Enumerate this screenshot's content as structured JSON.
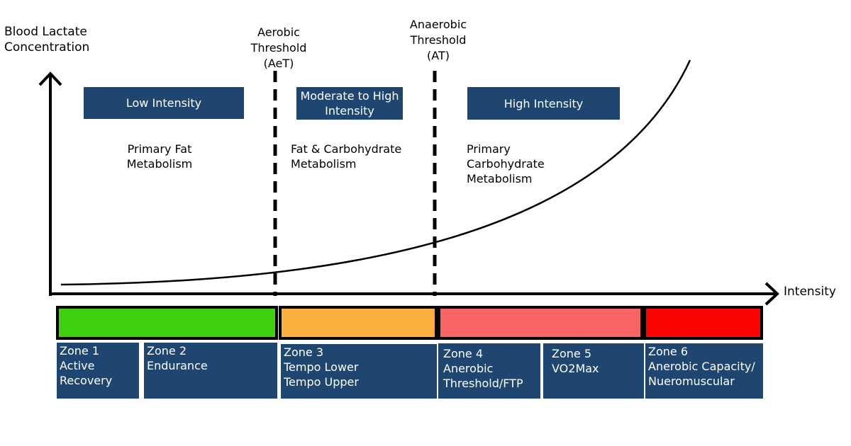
{
  "axes": {
    "y_label": "Blood Lactate Concentration",
    "x_label": "Intensity"
  },
  "thresholds": [
    {
      "label": "Aerobic Threshold (AeT)"
    },
    {
      "label": "Anaerobic Threshold (AT)"
    }
  ],
  "intensity_boxes": [
    "Low Intensity",
    "Moderate to High Intensity",
    "High Intensity"
  ],
  "metabolism": [
    "Primary Fat Metabolism",
    "Fat & Carbohydrate Metabolism",
    "Primary Carbohydrate Metabolism"
  ],
  "zone_colors": [
    "#41CF12",
    "#FDB040",
    "#F96464",
    "#FC0404"
  ],
  "zones": [
    {
      "name": "Zone 1",
      "desc": "Active Recovery"
    },
    {
      "name": "Zone 2",
      "desc": "Endurance"
    },
    {
      "name": "Zone 3",
      "desc": "Tempo Lower\nTempo Upper"
    },
    {
      "name": "Zone 4",
      "desc": "Anerobic Threshold/FTP"
    },
    {
      "name": "Zone 5",
      "desc": "VO2Max"
    },
    {
      "name": "Zone 6",
      "desc": "Anerobic Capacity/ Nueromuscular"
    }
  ]
}
